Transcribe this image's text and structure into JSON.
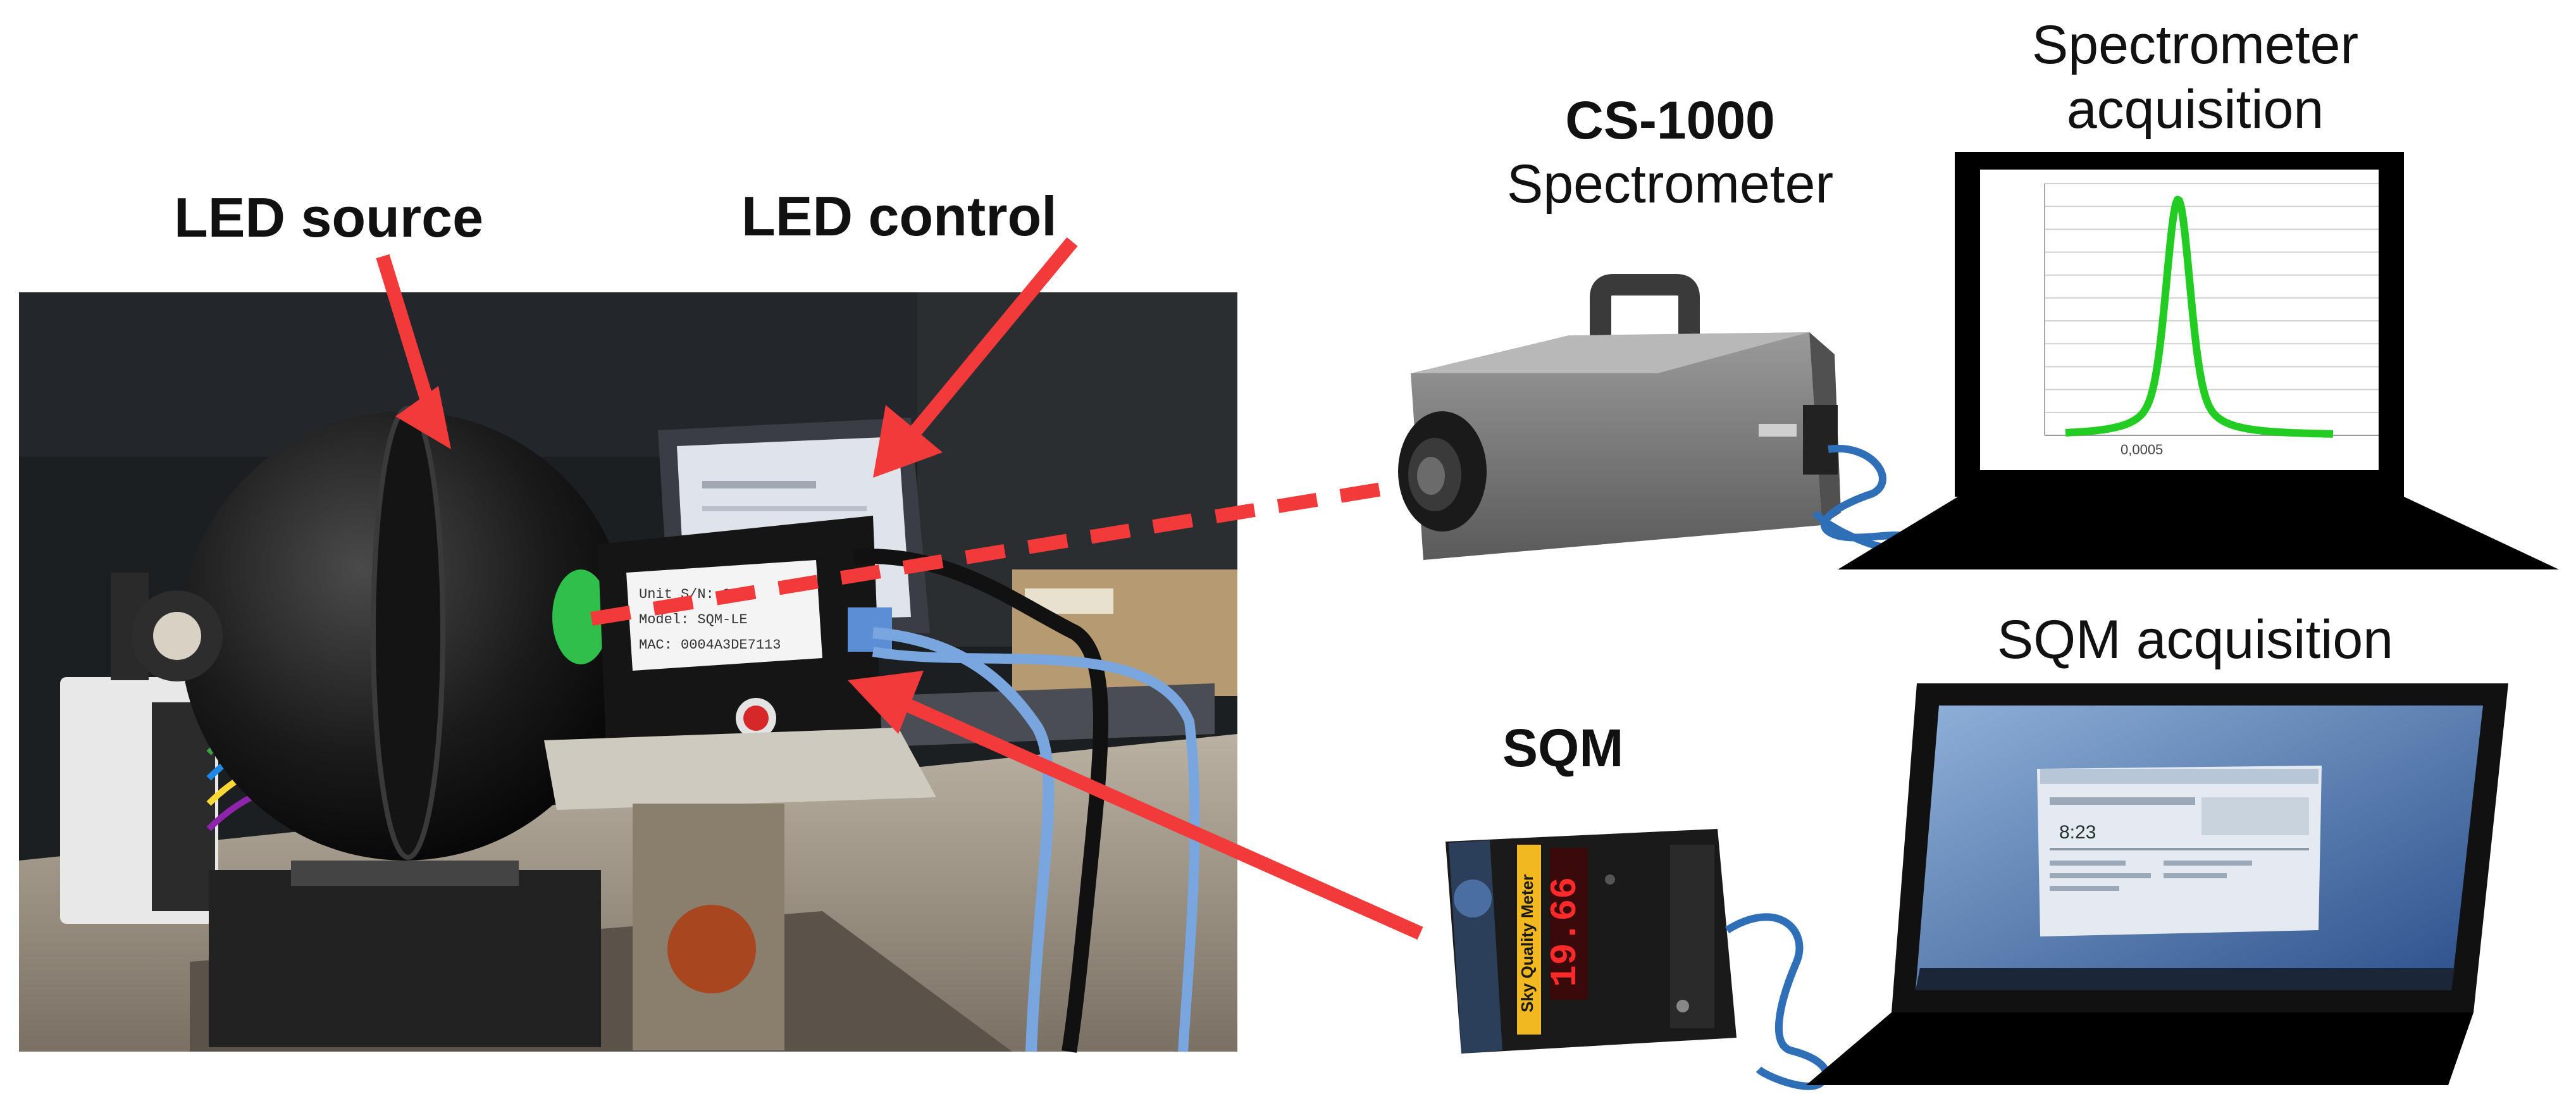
{
  "labels": {
    "led_source": "LED source",
    "led_control_part1": "LED",
    "led_control_part2": "control",
    "cs1000_name": "CS-1000",
    "cs1000_type": "Spectrometer",
    "spectrometer_acquisition_line1": "Spectrometer",
    "spectrometer_acquisition_line2": "acquisition",
    "sqm": "SQM",
    "sqm_acquisition": "SQM acquisition"
  },
  "spectrum_plot": {
    "x_tick_label": "0,0005"
  },
  "sqm_device": {
    "reading": "19.66",
    "brand_text": "Sky Quality Meter"
  },
  "laptop_screen": {
    "time_display": "8:23"
  },
  "led_box_label": {
    "line1": "Unit S/N: 0000",
    "line2": "Model: SQM-LE",
    "line3": "MAC: 0004A3DE7113"
  },
  "colors": {
    "arrow": "#f23a3a",
    "spectrum_curve": "#22cc22",
    "usb_cable": "#2f6fb8"
  }
}
